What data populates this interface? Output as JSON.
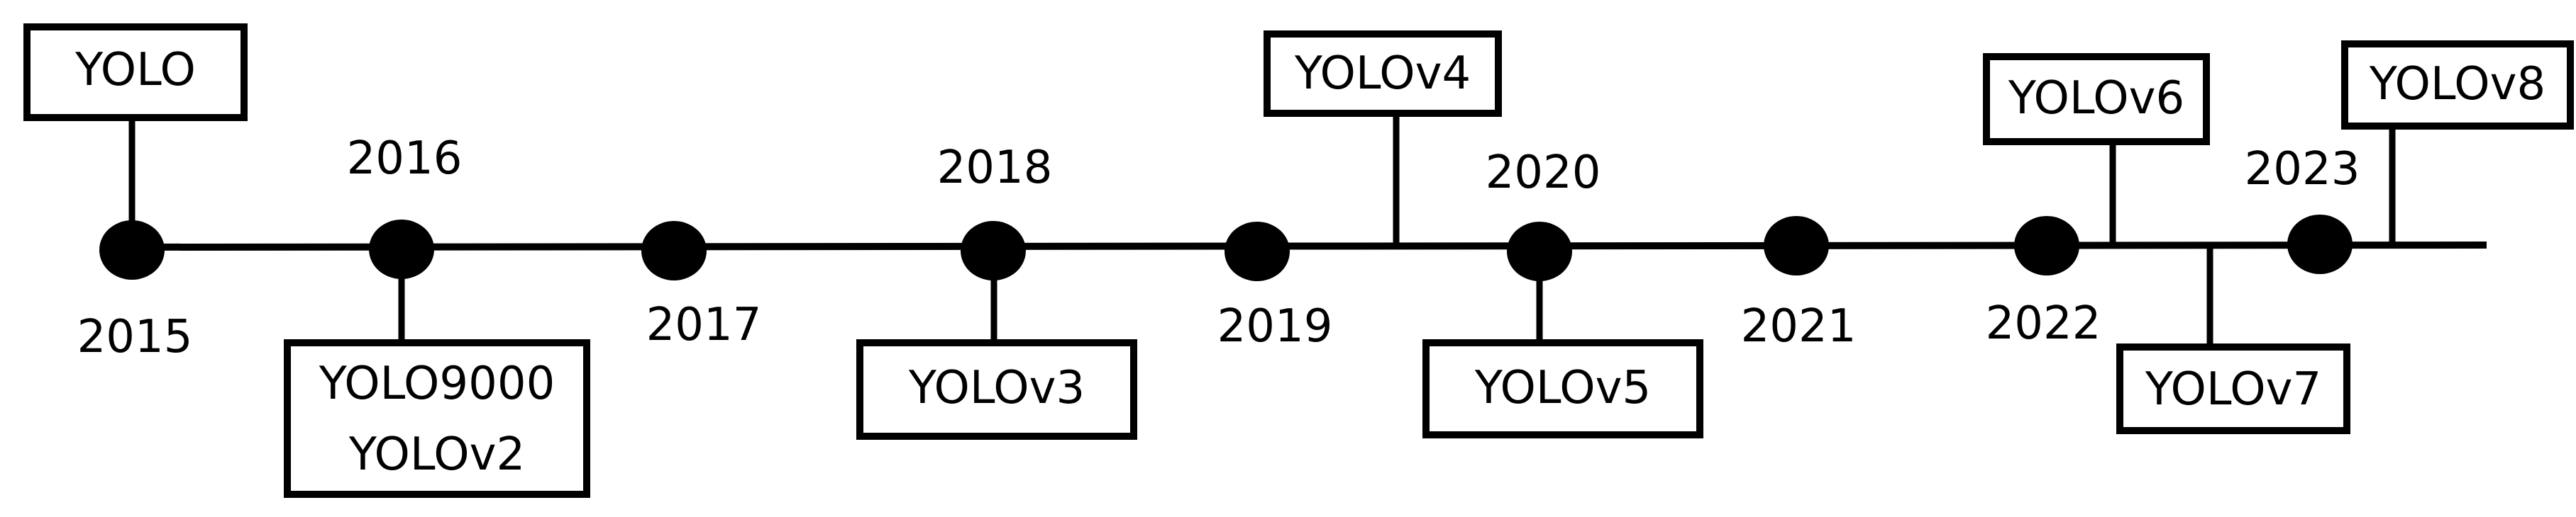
{
  "timeline": {
    "years": [
      "2015",
      "2016",
      "2017",
      "2018",
      "2019",
      "2020",
      "2021",
      "2022",
      "2023"
    ],
    "versions": [
      {
        "lines": [
          "YOLO"
        ]
      },
      {
        "lines": [
          "YOLO9000",
          "YOLOv2"
        ]
      },
      {
        "lines": [
          "YOLOv3"
        ]
      },
      {
        "lines": [
          "YOLOv4"
        ]
      },
      {
        "lines": [
          "YOLOv5"
        ]
      },
      {
        "lines": [
          "YOLOv6"
        ]
      },
      {
        "lines": [
          "YOLOv7"
        ]
      },
      {
        "lines": [
          "YOLOv8"
        ]
      }
    ]
  }
}
